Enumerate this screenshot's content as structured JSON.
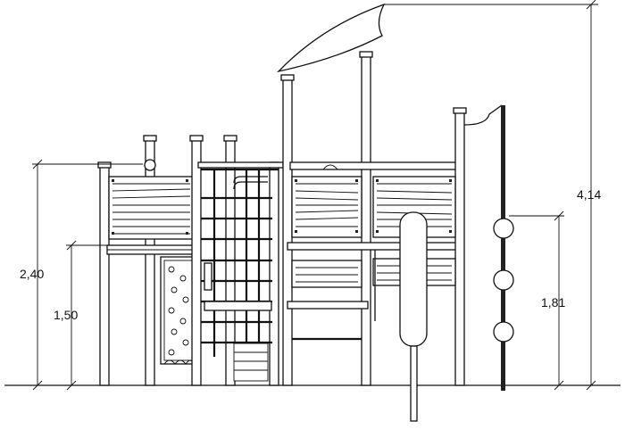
{
  "dimensions": {
    "total_height": "4,14",
    "platform_high": "2,40",
    "platform_low": "1,50",
    "rope_height": "1,81"
  }
}
